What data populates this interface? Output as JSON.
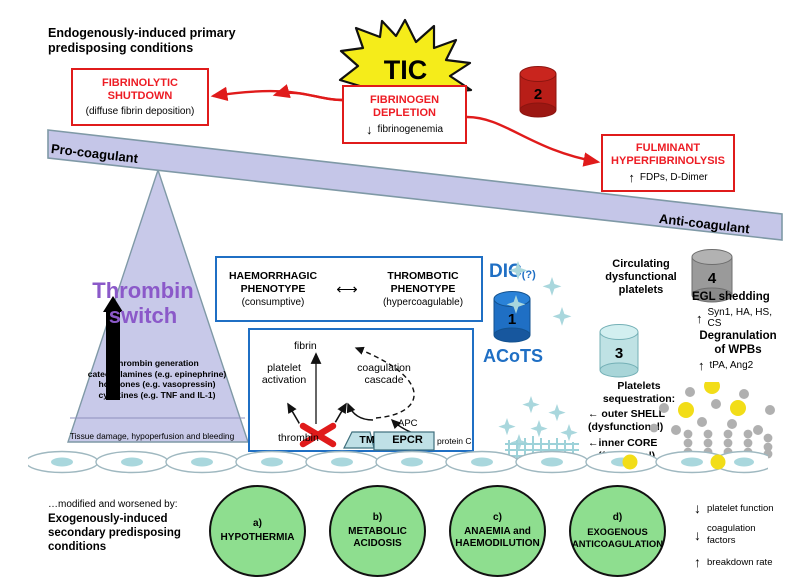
{
  "figure": {
    "title_top_left": "Endogenously-induced primary predisposing conditions",
    "title_top_left_line1": "Endogenously-induced primary",
    "title_top_left_line2": "predisposing conditions",
    "central_star_label": "TIC"
  },
  "balance": {
    "left_label": "Pro-coagulant",
    "right_label": "Anti-coagulant"
  },
  "red_boxes": [
    {
      "id": "fibrinolytic-shutdown",
      "title_line1": "FIBRINOLYTIC",
      "title_line2": "SHUTDOWN",
      "subtitle": "(diffuse fibrin deposition)"
    },
    {
      "id": "fibrinogen-depletion",
      "title_line1": "FIBRINOGEN",
      "title_line2": "DEPLETION",
      "arrow": "↓",
      "subtitle": "fibrinogenemia"
    },
    {
      "id": "fulminant-hyperfibrinolysis",
      "title_line1": "FULMINANT",
      "title_line2": "HYPERFIBRINOLYSIS",
      "arrow": "↑",
      "subtitle": "FDPs, D-Dimer"
    }
  ],
  "thrombin": {
    "title_line1": "Thrombin",
    "title_line2": "switch",
    "drivers": [
      "thrombin generation",
      "catecholamines (e.g. epinephrine)",
      "hormones (e.g. vasopressin)",
      "cytokines (e.g. TNF and IL-1)"
    ],
    "footer": "Tissue damage, hypoperfusion and bleeding"
  },
  "phenotype_box": {
    "left_line1": "HAEMORRHAGIC",
    "left_line2": "PHENOTYPE",
    "left_sub": "(consumptive)",
    "double_arrow": "⟷",
    "right_line1": "THROMBOTIC",
    "right_line2": "PHENOTYPE",
    "right_sub": "(hypercoagulable)"
  },
  "cascade_box": {
    "fibrin": "fibrin",
    "platelet_activation_line1": "platelet",
    "platelet_activation_line2": "activation",
    "coagulation_cascade_line1": "coagulation",
    "coagulation_cascade_line2": "cascade",
    "thrombin": "thrombin",
    "apc": "APC",
    "tm": "TM",
    "epcr": "EPCR",
    "protein_c": "protein C",
    "blocked_icon": "red-x-block-icon"
  },
  "dic": {
    "label": "DIC",
    "qmark": "(?)",
    "acots": "ACoTS",
    "cylinder_number": "1"
  },
  "cylinders": [
    {
      "number": "1",
      "color": "#1f6fc4",
      "name": "dic-acots-cylinder"
    },
    {
      "number": "2",
      "color": "#b81e18",
      "name": "fibrinogen-depletion-cylinder"
    },
    {
      "number": "3",
      "color": "#b9e0e2",
      "name": "platelets-sequestration-cylinder"
    },
    {
      "number": "4",
      "color": "#9a9a9a",
      "name": "egl-shedding-cylinder"
    }
  ],
  "platelets": {
    "circulating_line1": "Circulating",
    "circulating_line2": "dysfunctional",
    "circulating_line3": "platelets",
    "sequestration_line1": "Platelets",
    "sequestration_line2": "sequestration:",
    "outer_shell_line1": "← outer SHELL",
    "outer_shell_line2": "(dysfunctional)",
    "inner_core_line1": "←inner CORE",
    "inner_core_line2": "(functional)",
    "cylinder_number": "3"
  },
  "endothelium": {
    "egl_shedding": "EGL shedding",
    "egl_arrow": "↑",
    "egl_markers": "Syn1, HA, HS, CS",
    "degranulation_line1": "Degranulation",
    "degranulation_line2": "of WPBs",
    "wpb_arrow": "↑",
    "wpb_markers": "tPA, Ang2",
    "cylinder_number": "4"
  },
  "bottom": {
    "lead_in": "…modified and worsened by:",
    "heading_line1": "Exogenously-induced",
    "heading_line2": "secondary predisposing",
    "heading_line3": "conditions",
    "circles": [
      {
        "letter": "a)",
        "name_line1": "HYPOTHERMIA",
        "name_line2": ""
      },
      {
        "letter": "b)",
        "name_line1": "METABOLIC",
        "name_line2": "ACIDOSIS"
      },
      {
        "letter": "c)",
        "name_line1": "ANAEMIA and",
        "name_line2": "HAEMODILUTION"
      },
      {
        "letter": "d)",
        "name_line1": "EXOGENOUS",
        "name_line2": "ANTICOAGULATION"
      }
    ],
    "effects": [
      {
        "arrow": "↓",
        "label_line1": "platelet function",
        "label_line2": ""
      },
      {
        "arrow": "↓",
        "label_line1": "coagulation",
        "label_line2": "factors"
      },
      {
        "arrow": "↑",
        "label_line1": "breakdown rate",
        "label_line2": ""
      }
    ]
  },
  "colors": {
    "red": "#ed1c24",
    "blue": "#1f6fc4",
    "purple_beam": "#c5c6e8",
    "thrombin_purple": "#8b59c9",
    "green_circle": "#8ede8f",
    "star_yellow": "#f5ec1a",
    "teal": "#b9e0e2",
    "grey": "#9a9a9a"
  }
}
